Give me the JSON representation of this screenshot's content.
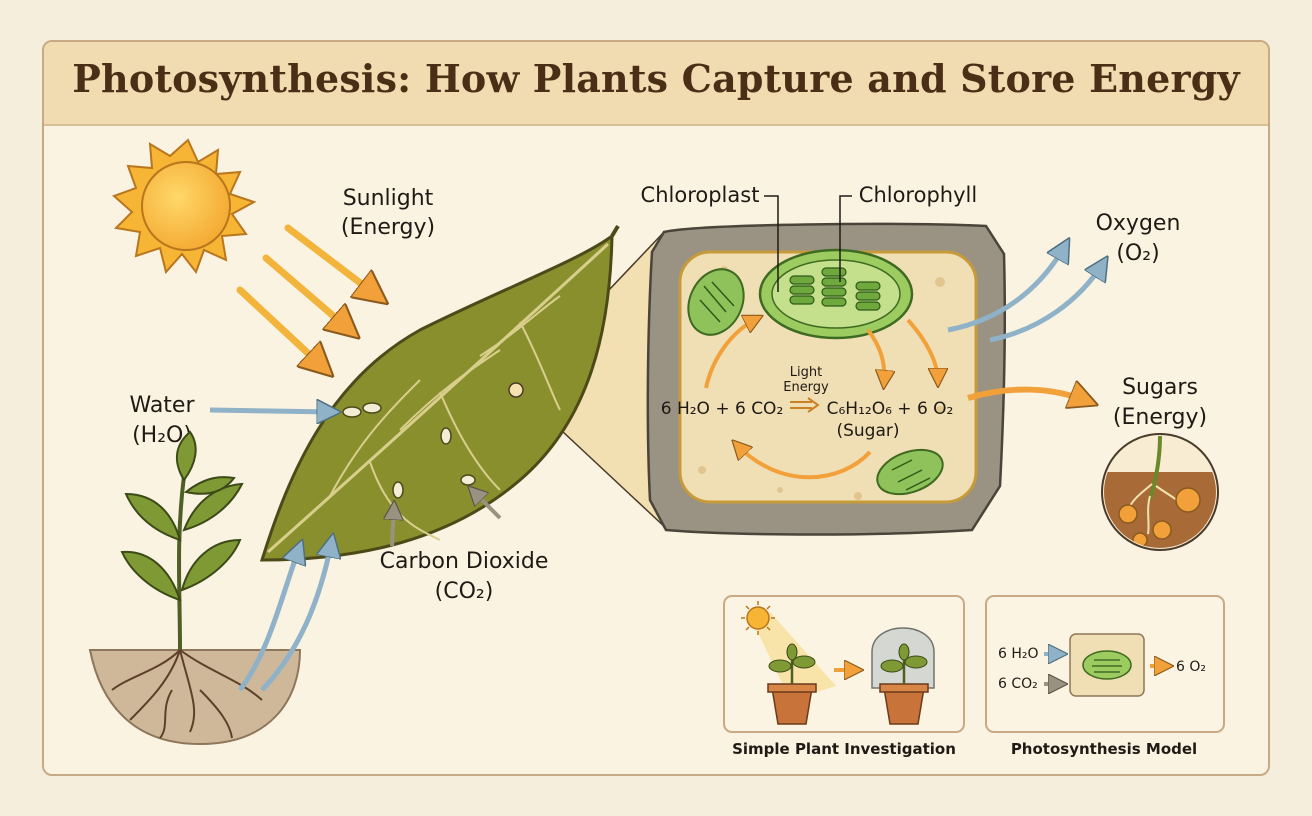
{
  "title": "Photosynthesis: How Plants Capture and Store Energy",
  "labels": {
    "sunlight": "Sunlight",
    "sunlight_sub": "(Energy)",
    "water": "Water",
    "water_sub": "(H₂O)",
    "co2": "Carbon Dioxide",
    "co2_sub": "(CO₂)",
    "chloroplast": "Chloroplast",
    "chlorophyll": "Chlorophyll",
    "oxygen": "Oxygen",
    "oxygen_sub": "(O₂)",
    "sugars": "Sugars",
    "sugars_sub": "(Energy)"
  },
  "equation": {
    "light_1": "Light",
    "light_2": "Energy",
    "reactants": "6 H₂O + 6 CO₂",
    "products": "C₆H₁₂O₆ + 6 O₂",
    "sugar_note": "(Sugar)"
  },
  "investigation": {
    "caption": "Simple Plant Investigation"
  },
  "model": {
    "caption": "Photosynthesis Model",
    "input_1": "6 H₂O",
    "input_2": "6 CO₂",
    "output": "6 O₂"
  },
  "colors": {
    "accent_orange": "#f2a03a",
    "blue_arrow": "#8fb2c8",
    "leaf": "#8a8f2e",
    "chloroplast": "#7fb24a",
    "title_band": "#f0dcb0"
  }
}
